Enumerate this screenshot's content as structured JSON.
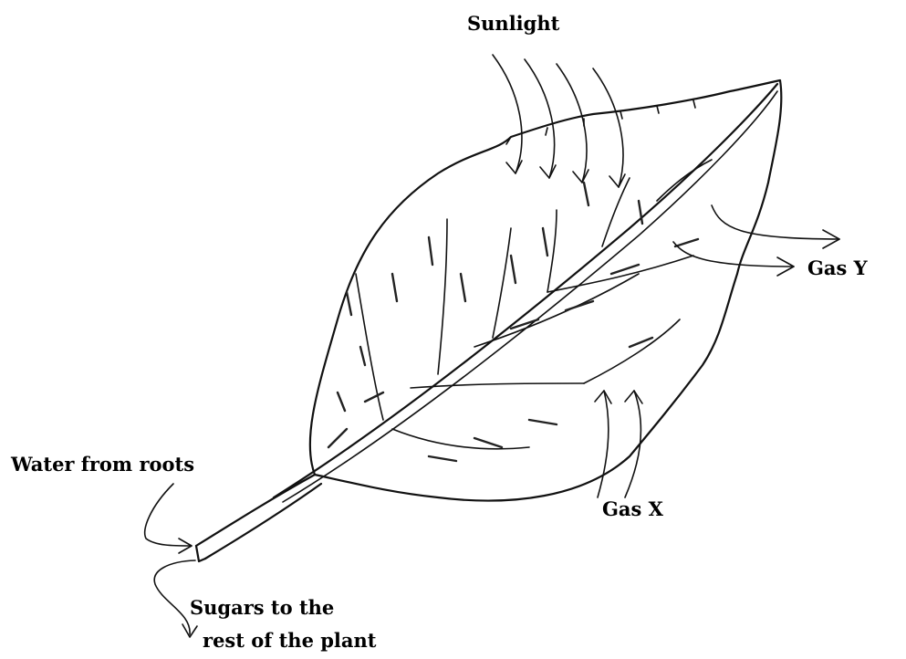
{
  "labels": {
    "sunlight": "Sunlight",
    "gas_y": "Gas Y",
    "gas_x": "Gas X",
    "water": "Water from roots",
    "sugars_line1": "Sugars to the",
    "sugars_line2": "rest of the plant"
  },
  "colors": {
    "ink": "#111111",
    "background": "#ffffff"
  }
}
